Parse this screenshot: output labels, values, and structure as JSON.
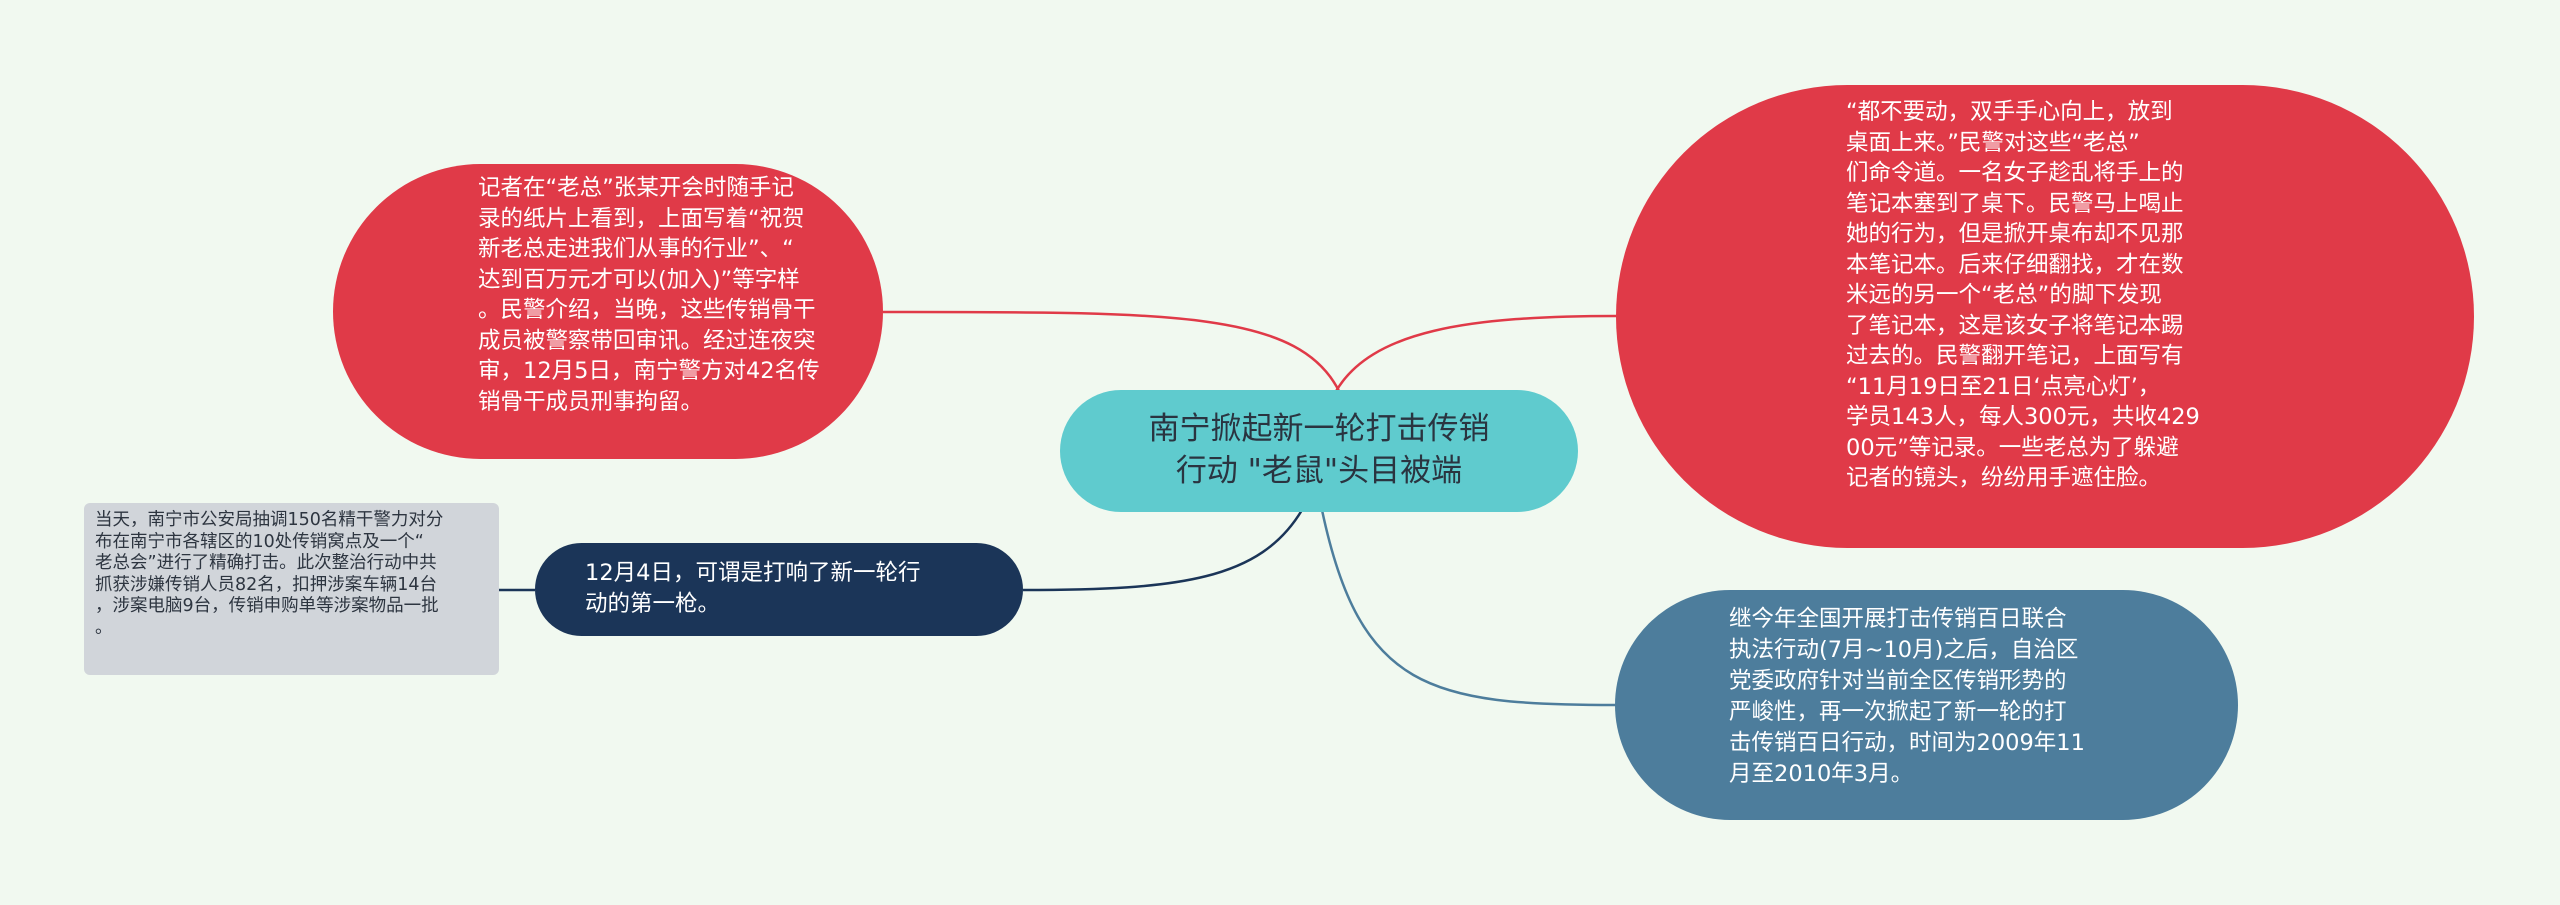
{
  "colors": {
    "background": "#f1f9f0",
    "center": "#5fcbce",
    "red": "#e03a48",
    "navy": "#1b3558",
    "steel": "#4d7d9c",
    "leaf": "#d1d5da"
  },
  "center_topic": "南宁掀起新一轮打击传销\n行动 \"老鼠\"头目被端",
  "branches": {
    "left_top": "记者在“老总”张某开会时随手记\n录的纸片上看到，上面写着“祝贺\n新老总走进我们从事的行业”、“\n达到百万元才可以(加入)”等字样\n。民警介绍，当晚，这些传销骨干\n成员被警察带回审讯。经过连夜突\n审，12月5日，南宁警方对42名传\n销骨干成员刑事拘留。",
    "right_top": "“都不要动，双手手心向上，放到\n桌面上来。”民警对这些“老总”\n们命令道。一名女子趁乱将手上的\n笔记本塞到了桌下。民警马上喝止\n她的行为，但是掀开桌布却不见那\n本笔记本。后来仔细翻找，才在数\n米远的另一个“老总”的脚下发现\n了笔记本，这是该女子将笔记本踢\n过去的。民警翻开笔记，上面写有\n“11月19日至21日‘点亮心灯’，\n学员143人，每人300元，共收429\n00元”等记录。一些老总为了躲避\n记者的镜头，纷纷用手遮住脸。",
    "left_mid": "12月4日，可谓是打响了新一轮行\n动的第一枪。",
    "left_mid_leaf": "当天，南宁市公安局抽调150名精干警力对分\n布在南宁市各辖区的10处传销窝点及一个“\n老总会”进行了精确打击。此次整治行动中共\n抓获涉嫌传销人员82名，扣押涉案车辆14台\n，涉案电脑9台，传销申购单等涉案物品一批\n。",
    "right_bottom": "继今年全国开展打击传销百日联合\n执法行动(7月~10月)之后，自治区\n党委政府针对当前全区传销形势的\n严峻性，再一次掀起了新一轮的打\n击传销百日行动，时间为2009年11\n月至2010年3月。"
  }
}
